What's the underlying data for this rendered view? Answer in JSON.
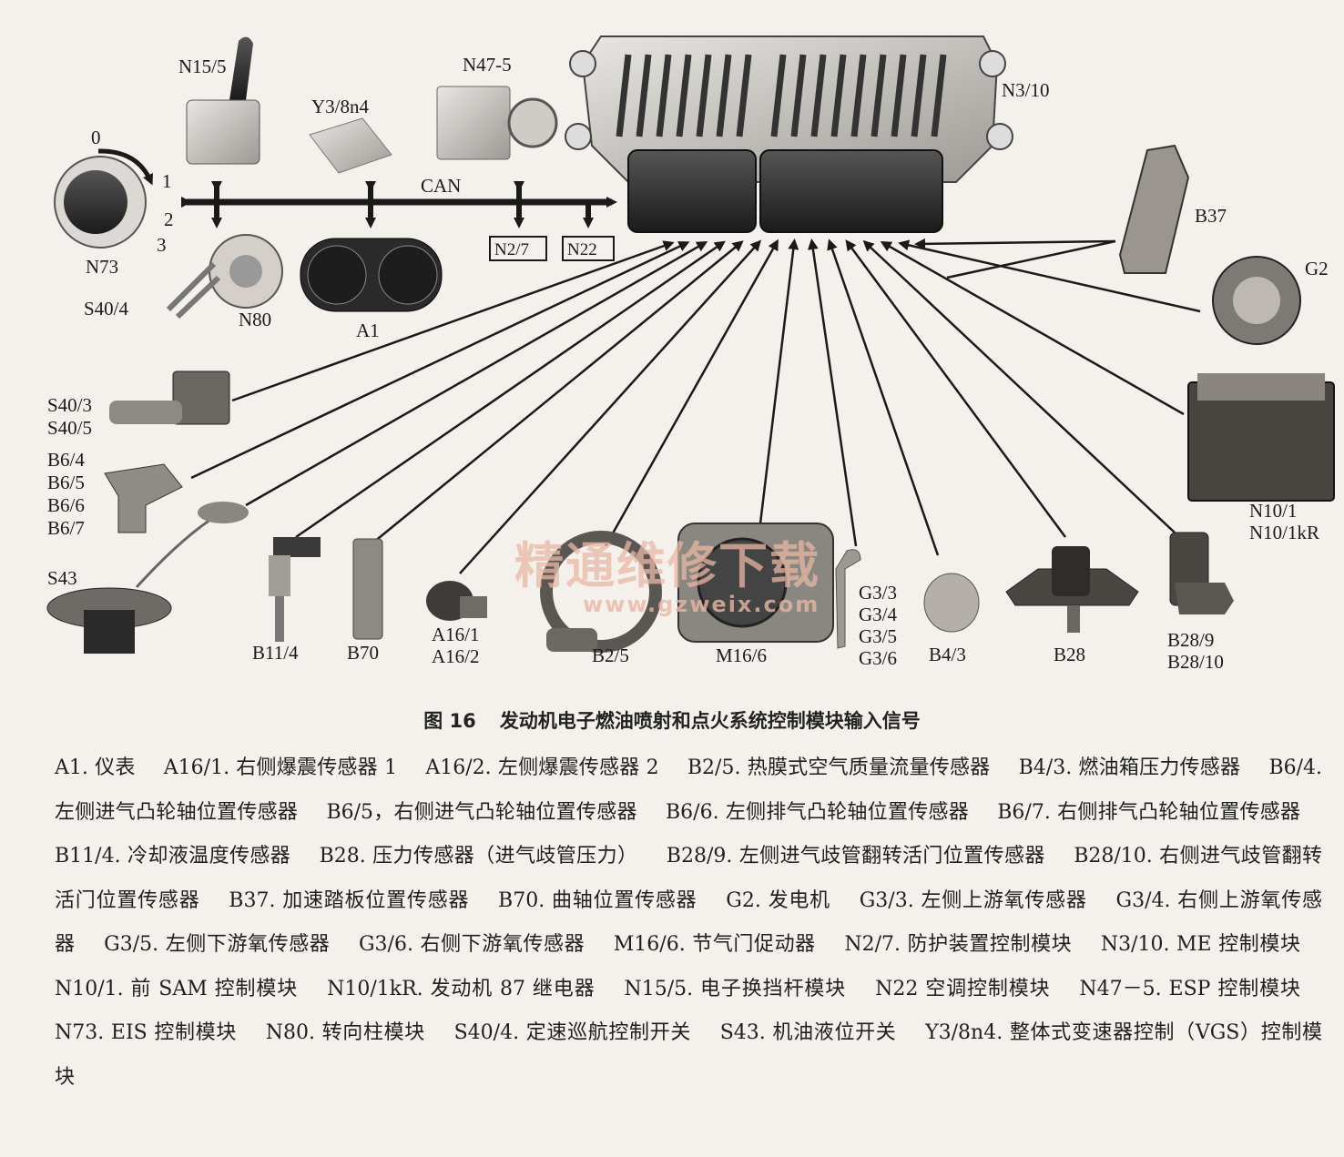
{
  "diagram": {
    "ecu_label": "N3/10",
    "bus_label": "CAN",
    "components": {
      "N15_5": "N15/5",
      "Y3_8n4": "Y3/8n4",
      "N47_5": "N47-5",
      "N73": "N73",
      "N73_pos0": "0",
      "N73_pos1": "1",
      "N73_pos2": "2",
      "N73_pos3": "3",
      "S40_4": "S40/4",
      "N80": "N80",
      "A1": "A1",
      "N2_7": "N2/7",
      "N22": "N22",
      "B37": "B37",
      "G2": "G2",
      "S40_3": "S40/3",
      "S40_5": "S40/5",
      "B6_4": "B6/4",
      "B6_5": "B6/5",
      "B6_6": "B6/6",
      "B6_7": "B6/7",
      "S43": "S43",
      "B11_4": "B11/4",
      "B70": "B70",
      "A16_1": "A16/1",
      "A16_2": "A16/2",
      "B2_5": "B2/5",
      "M16_6": "M16/6",
      "G3_3": "G3/3",
      "G3_4": "G3/4",
      "G3_5": "G3/5",
      "G3_6": "G3/6",
      "B4_3": "B4/3",
      "B28": "B28",
      "B28_9": "B28/9",
      "B28_10": "B28/10",
      "N10_1": "N10/1",
      "N10_1kR": "N10/1kR"
    },
    "watermark_cn": "精通维修下载",
    "watermark_url": "www.gzweix.com"
  },
  "caption": {
    "number": "图 16",
    "title": "发动机电子燃油喷射和点火系统控制模块输入信号"
  },
  "legend": [
    "A1. 仪表",
    "A16/1. 右侧爆震传感器 1",
    "A16/2. 左侧爆震传感器 2",
    "B2/5. 热膜式空气质量流量传感器",
    "B4/3. 燃油箱压力传感器",
    "B6/4. 左侧进气凸轮轴位置传感器",
    "B6/5，右侧进气凸轮轴位置传感器",
    "B6/6. 左侧排气凸轮轴位置传感器",
    "B6/7. 右侧排气凸轮轴位置传感器",
    "B11/4. 冷却液温度传感器",
    "B28. 压力传感器（进气歧管压力）",
    "B28/9. 左侧进气歧管翻转活门位置传感器",
    "B28/10. 右侧进气歧管翻转活门位置传感器",
    "B37. 加速踏板位置传感器",
    "B70. 曲轴位置传感器",
    "G2. 发电机",
    "G3/3. 左侧上游氧传感器",
    "G3/4. 右侧上游氧传感器",
    "G3/5. 左侧下游氧传感器",
    "G3/6. 右侧下游氧传感器",
    "M16/6. 节气门促动器",
    "N2/7. 防护装置控制模块",
    "N3/10. ME 控制模块",
    "N10/1. 前 SAM 控制模块",
    "N10/1kR. 发动机 87 继电器",
    "N15/5. 电子换挡杆模块",
    "N22 空调控制模块",
    "N47－5. ESP 控制模块",
    "N73. EIS 控制模块",
    "N80. 转向柱模块",
    "S40/4. 定速巡航控制开关",
    "S43. 机油液位开关",
    "Y3/8n4. 整体式变速器控制（VGS）控制模块"
  ]
}
